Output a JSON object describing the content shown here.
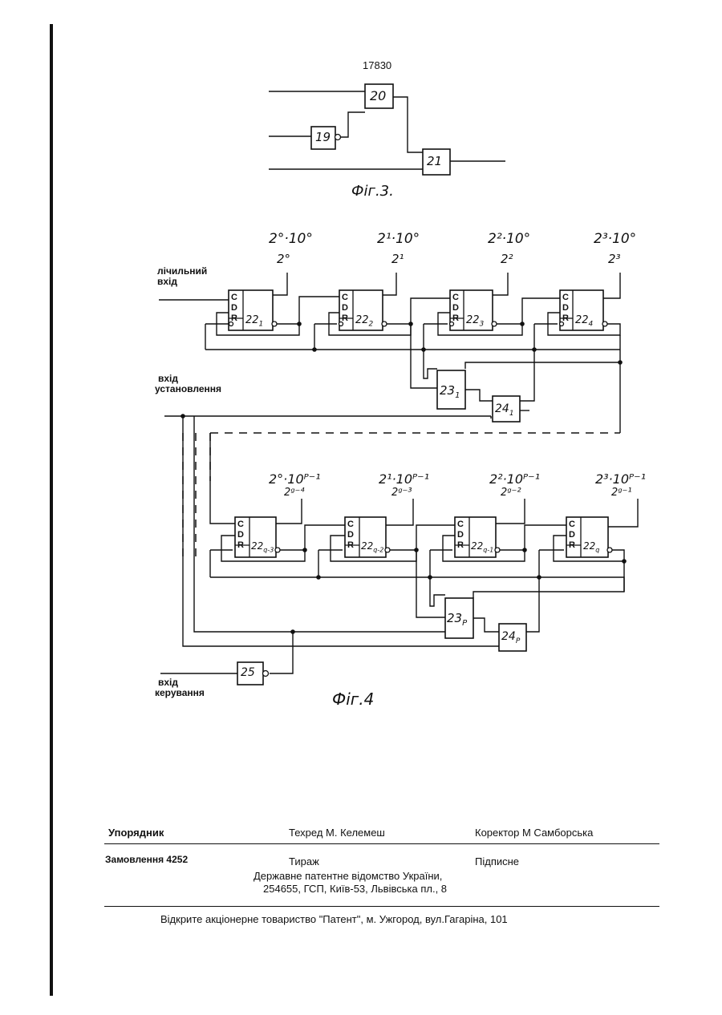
{
  "page_number": "17830",
  "fig3": {
    "caption": "Фіг.3.",
    "blocks": [
      "20",
      "19",
      "21"
    ]
  },
  "fig4": {
    "caption": "Фіг.4",
    "labels": {
      "count_input": [
        "лічильний",
        "вхід"
      ],
      "set_input": [
        "вхід",
        "установлення"
      ],
      "control_input": [
        "вхід",
        "керування"
      ]
    },
    "top_row": [
      {
        "weight": "2°·10°",
        "output": "2°",
        "pins": [
          "C",
          "D",
          "R"
        ],
        "block": "22",
        "sub": "1"
      },
      {
        "weight": "2¹·10°",
        "output": "2¹",
        "pins": [
          "C",
          "D",
          "R"
        ],
        "block": "22",
        "sub": "2"
      },
      {
        "weight": "2²·10°",
        "output": "2²",
        "pins": [
          "C",
          "D",
          "R"
        ],
        "block": "22",
        "sub": "3"
      },
      {
        "weight": "2³·10°",
        "output": "2³",
        "pins": [
          "C",
          "D",
          "R"
        ],
        "block": "22",
        "sub": "4"
      }
    ],
    "bottom_row": [
      {
        "weight": "2°·10ᴾ⁻¹",
        "output": "2ᵍ⁻⁴",
        "pins": [
          "C",
          "D",
          "R"
        ],
        "block": "22",
        "sub": "q-3"
      },
      {
        "weight": "2¹·10ᴾ⁻¹",
        "output": "2ᵍ⁻³",
        "pins": [
          "C",
          "D",
          "R"
        ],
        "block": "22",
        "sub": "q-2"
      },
      {
        "weight": "2²·10ᴾ⁻¹",
        "output": "2ᵍ⁻²",
        "pins": [
          "C",
          "D",
          "R"
        ],
        "block": "22",
        "sub": "q-1"
      },
      {
        "weight": "2³·10ᴾ⁻¹",
        "output": "2ᵍ⁻¹",
        "pins": [
          "C",
          "D",
          "R"
        ],
        "block": "22",
        "sub": "q"
      }
    ],
    "gates_top": [
      {
        "num": "23",
        "sub": "1"
      },
      {
        "num": "24",
        "sub": "1"
      }
    ],
    "gates_bottom": [
      {
        "num": "23",
        "sub": "P"
      },
      {
        "num": "24",
        "sub": "P"
      }
    ],
    "gate_25": "25"
  },
  "footer": {
    "compiler": "Упорядник",
    "techred": "Техред М. Келемеш",
    "corrector": "Коректор  М  Самборська",
    "order": "Замовлення 4252",
    "circulation": "Тираж",
    "signed": "Підписне",
    "office": "Державне  патентне  відомство  України,",
    "address": "254655, ГСП, Київ-53, Львівська пл., 8",
    "publisher": "Відкрите акціонерне товариство   \"Патент\", м. Ужгород, вул.Гагаріна, 101"
  }
}
